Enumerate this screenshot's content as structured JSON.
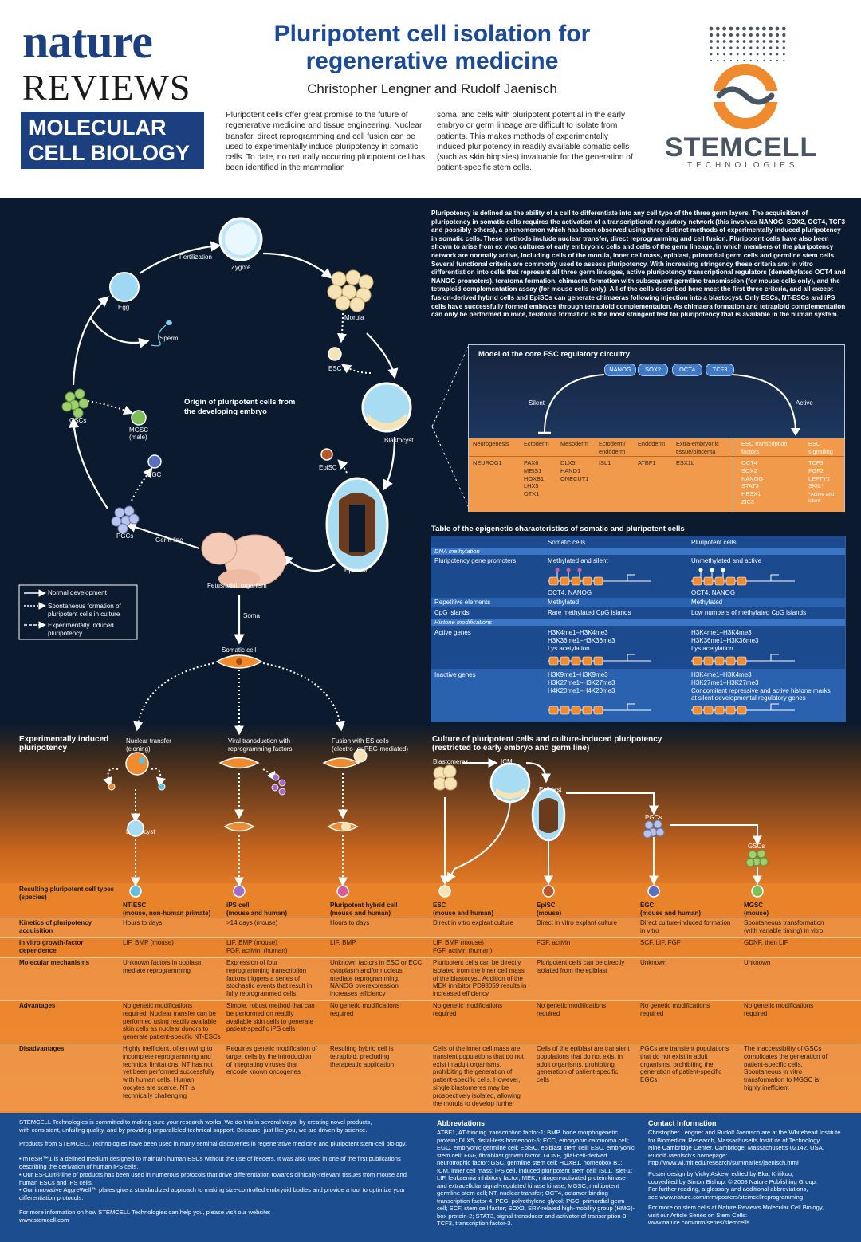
{
  "header": {
    "brand_nature": "nature",
    "brand_reviews": "REVIEWS",
    "brand_mcb_1": "MOLECULAR",
    "brand_mcb_2": "CELL BIOLOGY",
    "title_1": "Pluripotent cell isolation for",
    "title_2": "regenerative medicine",
    "authors": "Christopher Lengner and Rudolf Jaenisch",
    "intro_left": "Pluripotent cells offer great promise to the future of regenerative medicine and tissue engineering. Nuclear transfer, direct reprogramming and cell fusion can be used to experimentally induce pluripotency in somatic cells. To date, no naturally occurring pluripotent cell has been identified in the mammalian",
    "intro_right": "soma, and cells with pluripotent potential in the early embryo or germ lineage are difficult to isolate from patients. This makes methods of experimentally induced pluripotency in readily available somatic cells (such as skin biopsies) invaluable for the generation of patient-specific stem cells.",
    "logo_name": "STEMCELL",
    "logo_sub": "TECHNOLOGIES"
  },
  "description": "Pluripotency is defined as the ability of a cell to differentiate into any cell type of the three germ layers. The acquisition of pluripotency in somatic cells requires the activation of a transcriptional regulatory network (this involves NANOG, SOX2, OCT4, TCF3 and possibly others), a phenomenon which has been observed using three distinct methods of experimentally induced pluripotency in somatic cells. These methods include nuclear transfer, direct reprogramming and cell fusion. Pluripotent cells have also been shown to arise from ex vivo cultures of early embryonic cells and cells of the germ lineage, in which members of the pluripotency network are normally active, including cells of the morula, inner cell mass, epiblast, primordial germ cells and germline stem cells. Several functional criteria are commonly used to assess pluripotency. With increasing stringency these criteria are: in vitro differentiation into cells that represent all three germ lineages, active pluripotency transcriptional regulators (demethylated OCT4 and NANOG promoters), teratoma formation, chimaera formation with subsequent germline transmission (for mouse cells only), and the tetraploid complementation assay (for mouse cells only). All of the cells described here meet the first three criteria, and all except fusion-derived hybrid cells and EpiSCs can generate chimaeras following injection into a blastocyst. Only ESCs, NT-ESCs and iPS cells have successfully formed embryos through tetraploid complementation. As chimaera formation and tetraploid complementation can only be performed in mice, teratoma formation is the most stringent test for pluripotency that is available in the human system.",
  "cycle": {
    "zygote": "Zygote",
    "fertilization": "Fertilization",
    "egg": "Egg",
    "sperm": "Sperm",
    "morula": "Morula",
    "esc": "ESC",
    "blastocyst": "Blastocyst",
    "gscs": "GSCs",
    "mgsc_1": "MGSC",
    "mgsc_2": "(male)",
    "egc": "EGC",
    "episc": "EpiSC",
    "pgcs": "PGCs",
    "germ_line": "Germ line",
    "epiblast": "Epiblast",
    "fetus": "Fetus/adult organism",
    "soma": "Soma",
    "somatic_cell": "Somatic cell",
    "origin_title_1": "Origin of pluripotent cells from",
    "origin_title_2": "the developing embryo"
  },
  "legend": {
    "normal": "Normal development",
    "spontaneous_1": "Spontaneous formation of",
    "spontaneous_2": "pluripotent cells in culture",
    "induced_1": "Experimentally induced",
    "induced_2": "pluripotency"
  },
  "circuit": {
    "title": "Model of the core ESC regulatory circuitry",
    "factors": [
      "NANOG",
      "SOX2",
      "OCT4",
      "TCF3"
    ],
    "silent": "Silent",
    "active": "Active",
    "columns": [
      {
        "head": "Neurogenesis",
        "genes": "NEUROG1"
      },
      {
        "head": "Ectoderm",
        "genes": "PAX6\nMEIS1\nHOXB1\nLHX5\nOTX1"
      },
      {
        "head": "Mesoderm",
        "genes": "DLX5\nHAND1\nONECUT1"
      },
      {
        "head": "Ectoderm/\nendoderm",
        "genes": "ISL1"
      },
      {
        "head": "Endoderm",
        "genes": "ATBF1"
      },
      {
        "head": "Extra-embryonic\ntissue/placenta",
        "genes": "ESX1L"
      },
      {
        "head": "ESC transcription\nfactors",
        "genes": "OCT4\nSOX2\nNANOG\nSTAT3\nHESX1\nZIC3"
      },
      {
        "head": "ESC\nsignalling",
        "genes": "TCF3\nFGF2\nLEFTY2\nSKIL*"
      }
    ],
    "footnote": "*Active and\nsilent"
  },
  "epi": {
    "title": "Table of the epigenetic characteristics of somatic and pluripotent cells",
    "col_somatic": "Somatic cells",
    "col_pluri": "Pluripotent cells",
    "dna_methylation": "DNA methylation",
    "promoters": "Pluripotency gene promoters",
    "promoters_somatic": "Methylated and silent",
    "promoters_pluri": "Unmethylated and active",
    "oct_nanog_somatic": "OCT4, NANOG",
    "oct_nanog_pluri": "OCT4, NANOG",
    "repetitive": "Repetitive elements",
    "repetitive_somatic": "Methylated",
    "repetitive_pluri": "Methylated",
    "cpg": "CpG islands",
    "cpg_somatic": "Rare methylated CpG islands",
    "cpg_pluri": "Low numbers of methylated CpG islands",
    "histone": "Histone modifications",
    "active_genes": "Active genes",
    "active_somatic": "H3K4me1–H3K4me3\nH3K36me1–H3K36me3\nLys acetylation",
    "active_pluri": "H3K4me1–H3K4me3\nH3K36me1–H3K36me3\nLys acetylation",
    "inactive_genes": "Inactive genes",
    "inactive_somatic": "H3K9me1–H3K9me3\nH3K27me1–H3K27me3\nH4K20me1–H4K20me3",
    "inactive_pluri": "H3K4me1–H3K4me3\nH3K27me1–H3K27me3\nConcomitant repressive and active histone marks\nat silent developmental regulatory genes"
  },
  "induced": {
    "title_1": "Experimentally induced",
    "title_2": "pluripotency",
    "nt_1": "Nuclear transfer",
    "nt_2": "(cloning)",
    "viral_1": "Viral transduction with",
    "viral_2": "reprogramming factors",
    "fusion_1": "Fusion with ES cells",
    "fusion_2": "(electro- or PEG-mediated)",
    "blastocyst": "Blastocyst"
  },
  "culture": {
    "title_1": "Culture of pluripotent cells and culture-induced pluripotency",
    "title_2": "(restricted to early embryo and germ line)",
    "blastomeres": "Blastomeres",
    "icm": "ICM",
    "epiblast": "Epiblast",
    "pgcs": "PGCs",
    "gscs": "GSCs"
  },
  "table": {
    "row_types": "Resulting pluripotent cell types\n(species)",
    "types": [
      "NT-ESC\n(mouse, non-human primate)",
      "iPS cell\n(mouse and human)",
      "Pluripotent hybrid cell\n(mouse and human)",
      "ESC\n(mouse and human)",
      "EpiSC\n(mouse)",
      "EGC\n(mouse and human)",
      "MGSC\n(mouse)"
    ],
    "rows": [
      {
        "head": "Kinetics of pluripotency\nacquisition",
        "cells": [
          "Hours to days",
          ">14 days (mouse)",
          "Hours to days",
          "Direct in vitro explant culture",
          "Direct in vitro explant culture",
          "Direct culture-induced formation\nin vitro",
          "Spontaneous transformation\n(with variable timing) in vitro"
        ]
      },
      {
        "head": "In vitro growth-factor\ndependence",
        "cells": [
          "LIF, BMP (mouse)",
          "LIF, BMP (mouse)\nFGF, activin  (human)",
          "LIF, BMP",
          "LIF, BMP (mouse)\nFGF, activin (human)",
          "FGF, activin",
          "SCF, LIF, FGF",
          "GDNF, then LIF"
        ]
      },
      {
        "head": "Molecular mechanisms",
        "cells": [
          "Unknown factors in ooplasm\nmediate reprogramming",
          "Expression of four\nreprogramming transcription\nfactors triggers a series of\nstochastic events that result in\nfully reprogrammed cells",
          "Unknown factors in ESC or ECC\ncytoplasm and/or nucleus\nmediate reprogramming.\nNANOG overexpression\nincreases efficiency",
          "Pluripotent cells can be directly\nisolated from the inner cell mass\nof the blastocyst. Addition of the\nMEK inhibitor PD98059 results in\nincreased efficiency",
          "Pluripotent cells can be directly\nisolated from the epiblast",
          "Unknown",
          "Unknown"
        ]
      },
      {
        "head": "Advantages",
        "cells": [
          "No genetic modifications\nrequired. Nuclear transfer can be\nperformed using readily available\nskin cells as nuclear donors to\ngenerate patient-specific NT-ESCs",
          "Simple, robust method that can\nbe performed on readily\navailable skin cells to generate\npatient-specific iPS cells",
          "No genetic modifications\nrequired",
          "No genetic modifications\nrequired",
          "No genetic modifications\nrequired",
          "No genetic modifications\nrequired",
          "No genetic modifications\nrequired"
        ]
      },
      {
        "head": "Disadvantages",
        "cells": [
          "Highly inefficient, often owing to\nincomplete reprogramming and\ntechnical limitations. NT has not\nyet been performed successfully\nwith human cells. Human\noocytes are scarce. NT is\ntechnically challenging",
          "Requires genetic modification of\ntarget cells by the introduction\nof integrating viruses that\nencode known oncogenes",
          "Resulting hybrid cell is\ntetraploid, precluding\ntherapeutic application",
          "Cells of the inner cell mass are\ntransient populations that do not\nexist in adult organisms,\nprohibiting the generation of\npatient-specific cells. However,\nsingle blastomeres may be\nprospectively isolated, allowing\nthe morula to develop further",
          "Cells of the epiblast are transient\npopulations that do not exist in\nadult organisms, prohibiting\ngeneration of patient-specific\ncells",
          "PGCs are transient populations\nthat do not exist in adult\norganisms, prohibiting the\ngeneration of patient-specific\nEGCs",
          "The inaccessibility of GSCs\ncomplicates the generation of\npatient-specific cells.\nSpontaneous in vitro\ntransformation to MGSC is\nhighly inefficient"
        ]
      }
    ]
  },
  "footer": {
    "stemcell_1": "STEMCELL Technologies is committed to making sure your research works. We do this in several ways: by creating novel products,\nwith consistent, unfailing quality, and by providing unparalleled technical support. Because, just like you, we are driven by science.",
    "stemcell_2": "Products from STEMCELL Technologies have been used in many seminal discoveries in regenerative medicine and pluripotent stem-cell biology.",
    "bullet_1": "• mTeSR™1 is a defined medium designed to maintain human ESCs without the use of feeders. It was also used in one of the first publications\ndescribing the derivation of human iPS cells.",
    "bullet_2": "• Our ES-Cult® line of products has been used in numerous protocols that drive differentiation towards clinically-relevant tissues from mouse and\nhuman ESCs and iPS cells.",
    "bullet_3": "• Our innovative AggreWell™ plates give a standardized approach to making size-controlled embryoid bodies and provide a tool to optimize your\ndifferentiation protocols.",
    "more_info": "For more information on how STEMCELL Technologies can help you, please visit our website:\nwww.stemcell.com",
    "abbr_title": "Abbreviations",
    "abbr_text": "ATBF1, AT-binding transcription factor-1; BMP, bone morphogenetic\nprotein; DLX5, distal-less homeobox-5; ECC, embryonic carcinoma cell;\nEGC, embryonic germline cell; EpiSC, epiblast stem cell; ESC, embryonic\nstem cell; FGF, fibroblast growth factor; GDNF, glial-cell-derived\nneurotrophic factor; GSC, germline stem cell; HOXB1, homeobox B1;\nICM, inner cell mass; iPS cell, induced pluripotent stem cell; ISL1, islet-1;\nLIF, leukaemia inhibitory factor; MEK, mitogen-activated protein kinase\nand extracellular signal-regulated kinase kinase; MGSC, multipotent\ngermline stem cell; NT, nuclear transfer; OCT4, octamer-binding\ntranscription factor-4; PEG, polyethylene glycol; PGC, primordial germ\ncell; SCF, stem cell factor; SOX2, SRY-related high-mobility group (HMG)-\nbox protein-2; STAT3, signal transducer and activator of transcription-3;\nTCF3, transcription factor-3.",
    "contact_title": "Contact information",
    "contact_text": "Christopher Lengner and Rudolf Jaenisch are at the Whitehead Institute\nfor Biomedical Research, Massachusetts Institute of Technology,\nNine Cambridge Center, Cambridge, Massachusetts 02142, USA.\nRudolf Jaenisch's homepage:\nhttp://www.wi.mit.edu/research/summaries/jaenisch.html",
    "design_text": "Poster design by Vicky Askew, edited by Ekat Kritikou,\ncopyedited by Simon Bishop. © 2008 Nature Publishing Group.\nFor further reading, a glossary and additional abbreviations,\nsee www.nature.com/nrm/posters/stemcellreprogramming",
    "series_text": "For more on stem cells at Nature Reviews Molecular Cell Biology,\nvisit our Article Series on Stem Cells:\nwww.nature.com/nrm/series/stemcells"
  },
  "colors": {
    "navy": "#1b3f7f",
    "title_blue": "#1b4a9a",
    "orange": "#f08a2e",
    "dark_bg": "#0b1a2e",
    "footer_blue": "#1c4e8f"
  }
}
